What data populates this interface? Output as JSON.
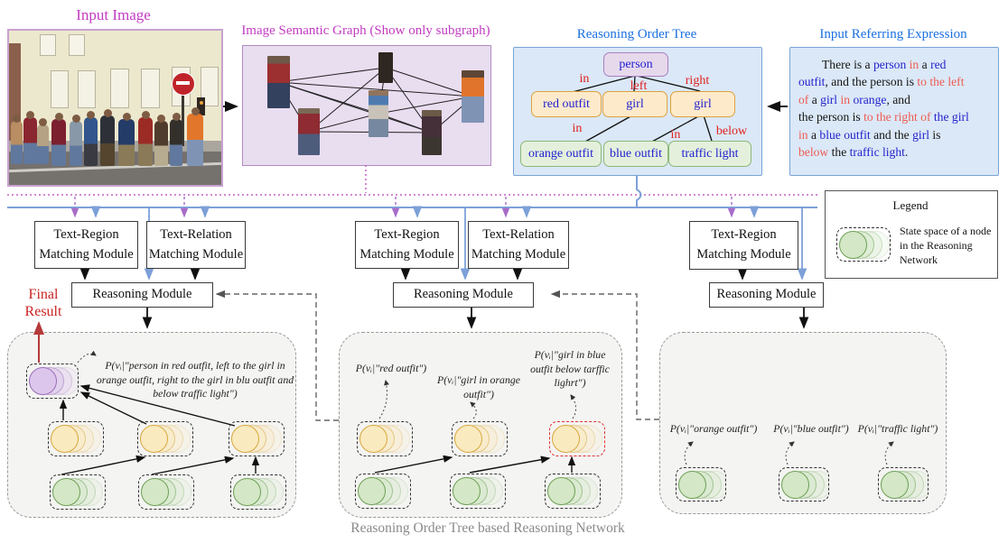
{
  "titles": {
    "input_image": "Input Image",
    "semantic_graph": "Image Semantic Graph (Show only subgraph)",
    "reasoning_tree": "Reasoning Order Tree",
    "referring_expression": "Input Referring Expression",
    "caption": "Reasoning Order Tree based Reasoning Network",
    "final_result": "Final Result"
  },
  "colors": {
    "magenta_title": "#c23cc2",
    "blue_title": "#1a6fe0",
    "blue_box_fill": "#dbe8f7",
    "graph_box_fill": "#e9ddf0",
    "tree_node_person_fill": "#e7d9ec",
    "tree_node_mid_fill": "#fdeacb",
    "tree_node_leaf_fill": "#e4f0dc",
    "edge_label_red": "#e02020",
    "connector_blue": "#7da0d8",
    "connector_magenta": "#c75fc7",
    "highlight_red_border": "#e03030",
    "final_result_red": "#cc2222"
  },
  "refexp": {
    "segments": [
      {
        "t": "There is a ",
        "c": "cb"
      },
      {
        "t": "person ",
        "c": "cu"
      },
      {
        "t": "in ",
        "c": "cr"
      },
      {
        "t": "a ",
        "c": "cb"
      },
      {
        "t": "red",
        "c": "cu"
      },
      {
        "t": "outfit",
        "c": "cu"
      },
      {
        "t": ", and the person is ",
        "c": "cb"
      },
      {
        "t": "to the left",
        "c": "cr"
      },
      {
        "t": "of ",
        "c": "cr"
      },
      {
        "t": "a ",
        "c": "cb"
      },
      {
        "t": "girl ",
        "c": "cu"
      },
      {
        "t": "in ",
        "c": "cr"
      },
      {
        "t": "orange",
        "c": "cu"
      },
      {
        "t": ", and",
        "c": "cb"
      },
      {
        "t": "the person is ",
        "c": "cb"
      },
      {
        "t": "to the right of ",
        "c": "cr"
      },
      {
        "t": "the girl",
        "c": "cu"
      },
      {
        "t": "in ",
        "c": "cr"
      },
      {
        "t": "a ",
        "c": "cb"
      },
      {
        "t": "blue outfit ",
        "c": "cu"
      },
      {
        "t": "and the ",
        "c": "cb"
      },
      {
        "t": "girl ",
        "c": "cu"
      },
      {
        "t": "is",
        "c": "cb"
      },
      {
        "t": "below ",
        "c": "cr"
      },
      {
        "t": "the ",
        "c": "cb"
      },
      {
        "t": "traffic light",
        "c": "cu"
      },
      {
        "t": ".",
        "c": "cb"
      }
    ]
  },
  "tree": {
    "nodes": [
      {
        "label": "person"
      },
      {
        "label": "red outfit"
      },
      {
        "label": "girl"
      },
      {
        "label": "girl"
      },
      {
        "label": "orange outfit"
      },
      {
        "label": "blue outfit"
      },
      {
        "label": "traffic light"
      }
    ],
    "edge_labels": [
      "in",
      "left",
      "right",
      "in",
      "in",
      "below"
    ]
  },
  "modules": {
    "text_region_line1": "Text-Region",
    "text_region_line2": "Matching Module",
    "text_relation_line1": "Text-Relation",
    "text_relation_line2": "Matching Module",
    "reasoning": "Reasoning Module"
  },
  "legend": {
    "title": "Legend",
    "description": "State space of a node in the Reasoning Network"
  },
  "prob_labels": {
    "root": [
      "P(vᵢ|\"person in red outfit, left to the girl in",
      "orange outfit, right to the girl in blu outfit and",
      "below traffic light\")"
    ],
    "mid": [
      [
        "P(vᵢ|\"red outfit\")"
      ],
      [
        "P(vᵢ|\"girl in orange",
        "outfit\")"
      ],
      [
        "P(vᵢ|\"girl in blue",
        "outfit below tarffic",
        "lighrt\")"
      ]
    ],
    "right": [
      "P(vᵢ|\"orange outfit\")",
      "P(vᵢ|\"blue outfit\")",
      "P(vᵢ|\"traffic light\")"
    ]
  }
}
